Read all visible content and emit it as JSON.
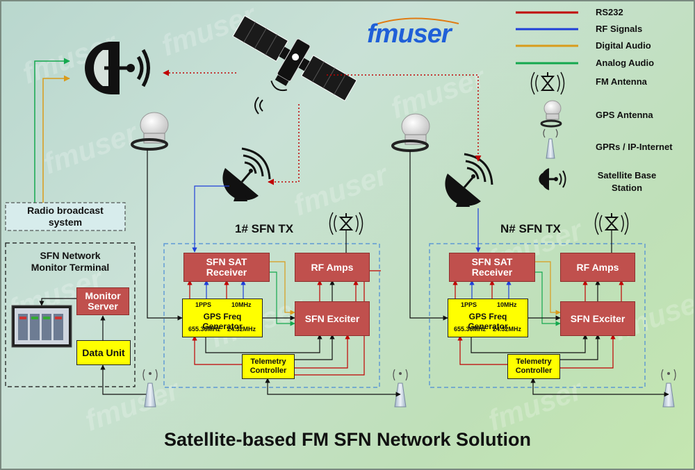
{
  "brand": {
    "logo_text": "fmuser",
    "watermark_text": "fmuser"
  },
  "title": "Satellite-based FM SFN Network Solution",
  "legend": {
    "rs232": "RS232",
    "rf_signals": "RF Signals",
    "digital_audio": "Digital Audio",
    "analog_audio": "Analog Audio",
    "fm_antenna": "FM Antenna",
    "gps_antenna": "GPS Antenna",
    "gprs": "GPRs / IP-Internet",
    "sat_base_line1": "Satellite Base",
    "sat_base_line2": "Station"
  },
  "colors": {
    "rs232": "#c00000",
    "rf_signals": "#1f3fd8",
    "digital_audio": "#d99b1b",
    "analog_audio": "#14a84e",
    "box_red": "#c0504d",
    "box_yellow": "#ffff00",
    "dashed_border": "#4a8bd6"
  },
  "radio_broadcast": {
    "line1": "Radio broadcast",
    "line2": "system"
  },
  "monitor_terminal": {
    "title_line1": "SFN Network",
    "title_line2": "Monitor Terminal",
    "monitor_server_line1": "Monitor",
    "monitor_server_line2": "Server",
    "data_unit": "Data Unit"
  },
  "tx1": {
    "title": "1# SFN TX",
    "sat_receiver_line1": "SFN SAT",
    "sat_receiver_line2": "Receiver",
    "rf_amps": "RF Amps",
    "gps_gen": "GPS Freq Generator",
    "pps": "1PPS",
    "mhz10": "10MHz",
    "f1": "655.36MHz",
    "f2": "24.32MHz",
    "exciter": "SFN Exciter",
    "telemetry_line1": "Telemetry",
    "telemetry_line2": "Controller"
  },
  "txn": {
    "title": "N# SFN TX",
    "sat_receiver_line1": "SFN SAT",
    "sat_receiver_line2": "Receiver",
    "rf_amps": "RF Amps",
    "gps_gen": "GPS Freq Generator",
    "pps": "1PPS",
    "mhz10": "10MHz",
    "f1": "655.36MHz",
    "f2": "24.32MHz",
    "exciter": "SFN Exciter",
    "telemetry_line1": "Telemetry",
    "telemetry_line2": "Controller"
  }
}
